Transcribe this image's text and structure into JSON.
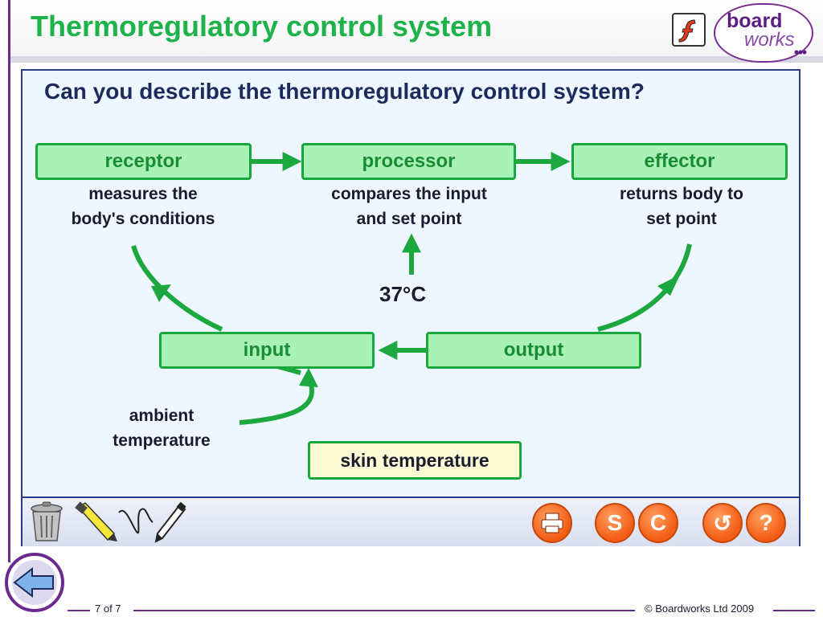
{
  "header": {
    "title": "Thermoregulatory control system",
    "logo_primary": "board",
    "logo_secondary": "works",
    "flash_icon": "flash-logo-icon"
  },
  "slide": {
    "question": "Can you describe the thermoregulatory control system?",
    "boxes": {
      "receptor": "receptor",
      "processor": "processor",
      "effector": "effector",
      "input": "input",
      "output": "output"
    },
    "descriptions": {
      "receptor_line1": "measures the",
      "receptor_line2": "body's conditions",
      "processor_line1": "compares the input",
      "processor_line2": "and set point",
      "effector_line1": "returns body  to",
      "effector_line2": "set point",
      "ambient_line1": "ambient",
      "ambient_line2": "temperature"
    },
    "set_point": "37°C",
    "draggable_label": "skin temperature"
  },
  "toolbar": {
    "tools": [
      "trash-icon",
      "highlighter-icon",
      "pen-scribble-icon",
      "pencil-icon"
    ],
    "buttons": {
      "print": "print-icon",
      "s": "S",
      "c": "C",
      "reset": "↺",
      "help": "?"
    }
  },
  "footer": {
    "page": "7 of 7",
    "copyright": "© Boardworks Ltd 2009"
  },
  "colors": {
    "title_green": "#1db34a",
    "box_fill": "#a9f1b7",
    "box_border": "#19a83b",
    "arrow_green": "#1da83f",
    "frame_navy": "#2b3a84",
    "purple": "#6a2a8e",
    "orange": "#f35a12"
  }
}
